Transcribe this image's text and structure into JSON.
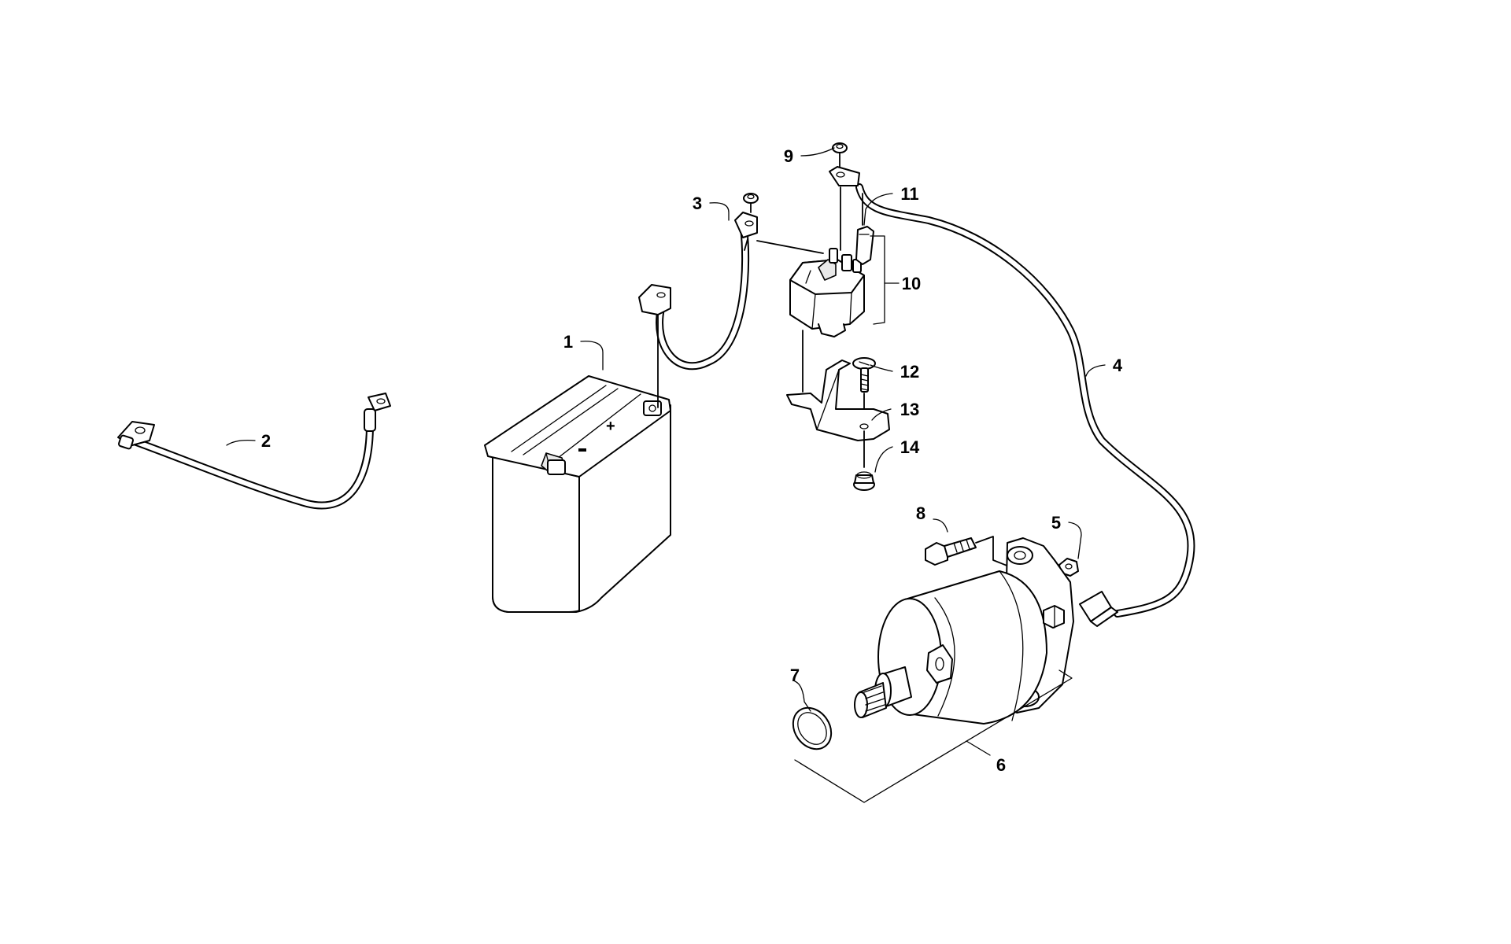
{
  "callouts": [
    {
      "id": "1",
      "text": "1"
    },
    {
      "id": "2",
      "text": "2"
    },
    {
      "id": "3",
      "text": "3"
    },
    {
      "id": "4",
      "text": "4"
    },
    {
      "id": "5",
      "text": "5"
    },
    {
      "id": "6",
      "text": "6"
    },
    {
      "id": "7",
      "text": "7"
    },
    {
      "id": "8",
      "text": "8"
    },
    {
      "id": "9",
      "text": "9"
    },
    {
      "id": "10",
      "text": "10"
    },
    {
      "id": "11",
      "text": "11"
    },
    {
      "id": "12",
      "text": "12"
    },
    {
      "id": "13",
      "text": "13"
    },
    {
      "id": "14",
      "text": "14"
    }
  ],
  "battery": {
    "terminal_mark": "+"
  }
}
